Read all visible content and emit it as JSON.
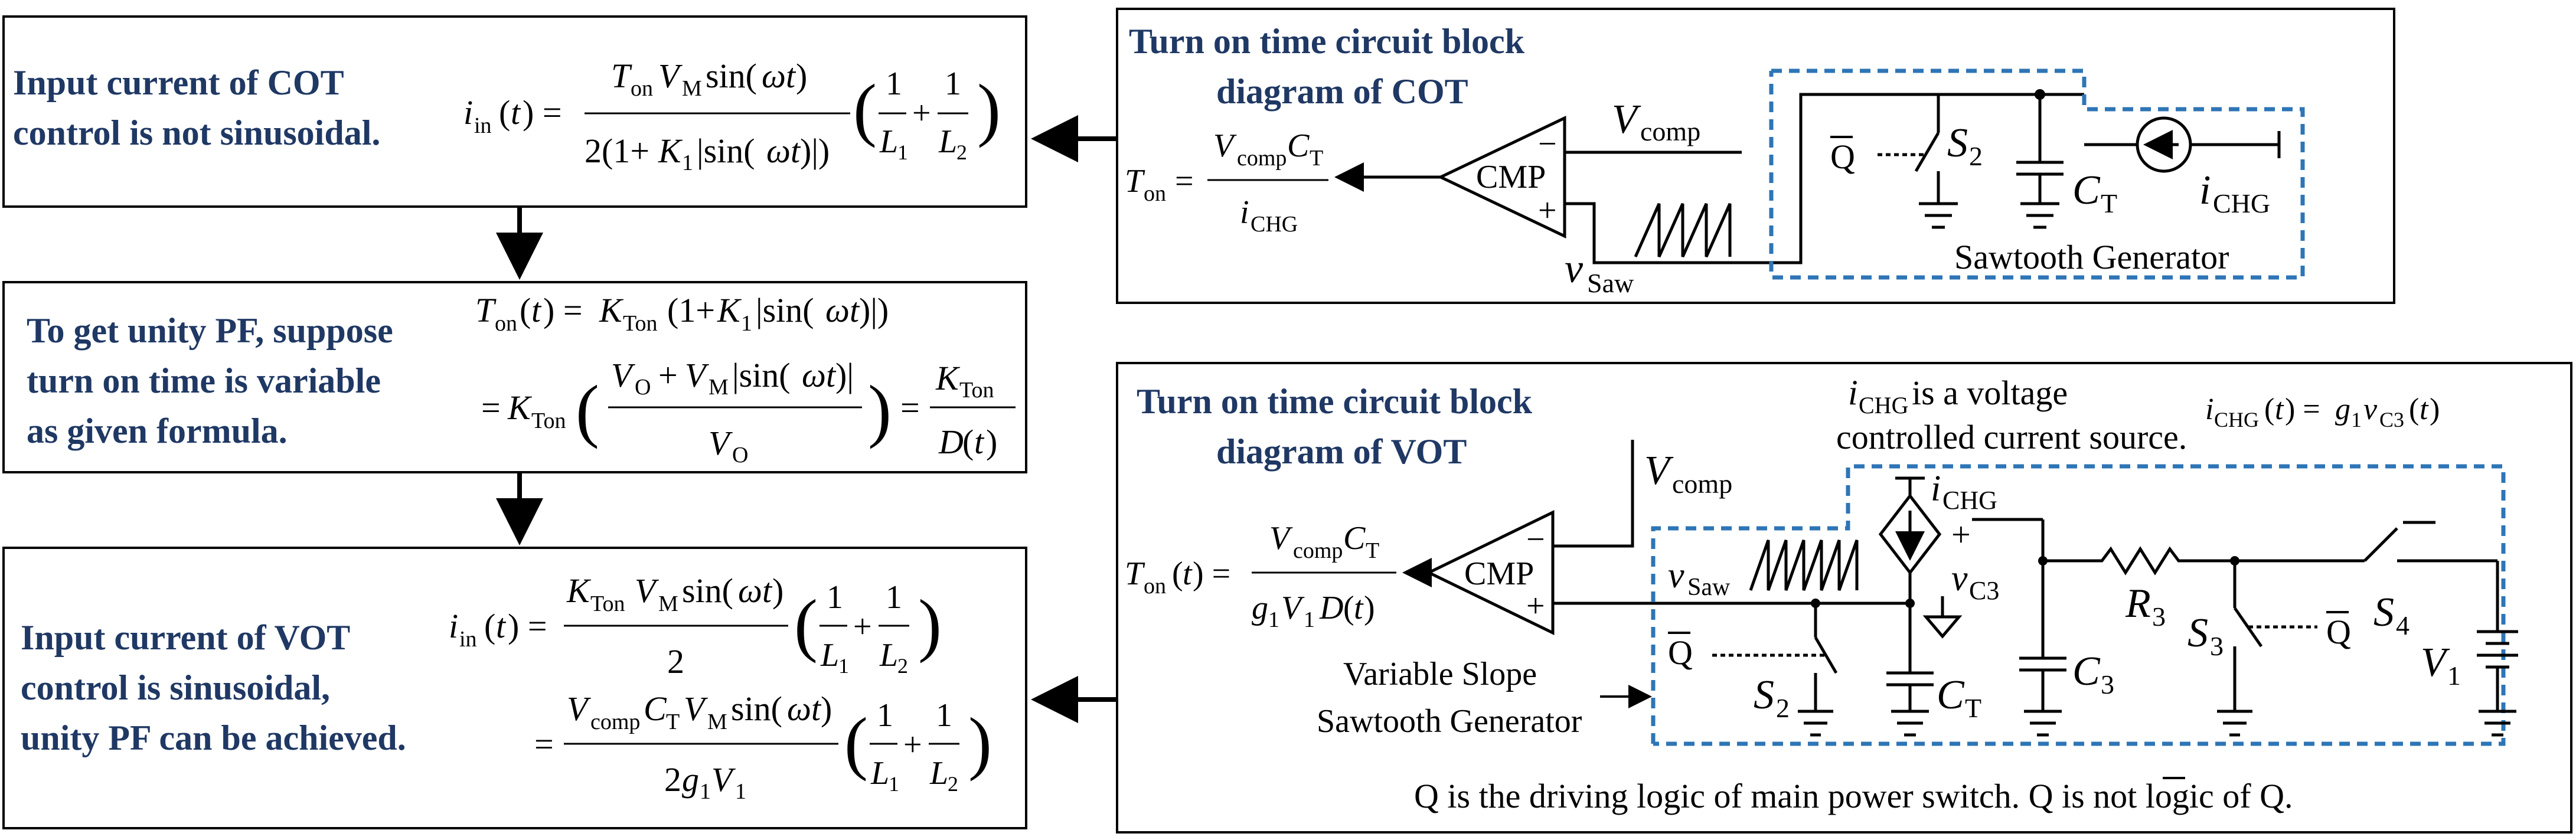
{
  "colors": {
    "heading": "#1f3864",
    "dashed_box": "#2e75b6",
    "line": "#000000"
  },
  "left_column": {
    "box1": {
      "text_lines": [
        "Input current of COT",
        "control is not sinusoidal."
      ],
      "formula": "i_in(t) = T_on V_M sin(ωt) / (2(1+K_1|sin(ωt)|)) · (1/L_1 + 1/L_2)"
    },
    "box2": {
      "text_lines": [
        "To get unity PF, suppose",
        "turn on time is variable",
        "as given formula."
      ],
      "formula": "T_on(t) = K_Ton(1+K_1|sin(ωt)|) = K_Ton((V_O + V_M|sin(ωt)|)/V_O) = K_Ton/D(t)"
    },
    "box3": {
      "text_lines": [
        "Input current of VOT",
        "control is sinusoidal,",
        "unity PF can be achieved."
      ],
      "formula": "i_in(t) = K_Ton V_M sin(ωt)/2 · (1/L_1 + 1/L_2) = V_comp C_T V_M sin(ωt)/(2 g_1 V_1) · (1/L_1 + 1/L_2)"
    }
  },
  "cot_panel": {
    "title_lines": [
      "Turn on time circuit block",
      "diagram of COT"
    ],
    "formula": "T_on = V_comp C_T / i_CHG",
    "comparator_label": "CMP",
    "labels": {
      "vcomp": "V",
      "vcomp_sub": "comp",
      "vsaw": "v",
      "vsaw_sub": "Saw",
      "qbar": "Q",
      "switch": "S",
      "switch_sub": "2",
      "cap": "C",
      "cap_sub": "T",
      "source": "i",
      "source_sub": "CHG",
      "generator": "Sawtooth Generator"
    }
  },
  "vot_panel": {
    "title_lines": [
      "Turn on time circuit block",
      "diagram of VOT"
    ],
    "note_lines": [
      "is a voltage",
      "controlled current source."
    ],
    "note_symbol": "i",
    "note_symbol_sub": "CHG",
    "formula_ichg": "i_CHG(t) = g_1 v_C3(t)",
    "formula_ton": "T_on(t) = V_comp C_T / (g_1 V_1 D(t))",
    "comparator_label": "CMP",
    "generator_lines": [
      "Variable Slope",
      "Sawtooth Generator"
    ],
    "footer": "Q is the driving logic of main power switch. Q is not logic of Q.",
    "labels": {
      "vcomp": "V",
      "vcomp_sub": "comp",
      "vsaw": "v",
      "vsaw_sub": "Saw",
      "ichg": "i",
      "ichg_sub": "CHG",
      "vc3": "v",
      "vc3_sub": "C3",
      "r3": "R",
      "r3_sub": "3",
      "s4": "S",
      "s4_sub": "4",
      "s3": "S",
      "s3_sub": "3",
      "s2": "S",
      "s2_sub": "2",
      "ct": "C",
      "ct_sub": "T",
      "c3": "C",
      "c3_sub": "3",
      "v1": "V",
      "v1_sub": "1",
      "qbar": "Q"
    }
  }
}
